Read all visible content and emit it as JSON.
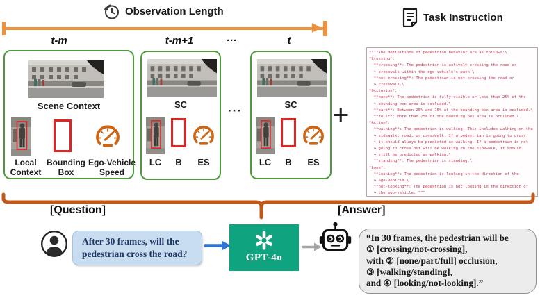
{
  "timeline": {
    "title": "Observation Length",
    "tick_labels": [
      "t-m",
      "t-m+1",
      "···",
      "t"
    ]
  },
  "frames": [
    {
      "scene_label": "Scene Context",
      "local_label": "Local Context",
      "bbox_label": "Bounding Box",
      "speed_label": "Ego-Vehicle Speed"
    },
    {
      "scene_label": "SC",
      "local_label": "LC",
      "bbox_label": "B",
      "speed_label": "ES"
    },
    {
      "scene_label": "SC",
      "local_label": "LC",
      "bbox_label": "B",
      "speed_label": "ES"
    }
  ],
  "separators": {
    "frames_ellipsis": "···",
    "plus_sign": "+"
  },
  "task_instruction": {
    "title": "Task Instruction",
    "code_lines": [
      "f\"\"\"The definitions of pedestrian behavior are as follows:\\",
      "*Crossing*:",
      "  **crossing**: The pedestrian is actively crossing the road or",
      "  ↪ crosswalk within the ego-vehicle's path.\\",
      "  **not-crossing**: The pedestrian is not crossing the road or",
      "  ↪ crosswalk.\\",
      "*Occlusion*:",
      "  **none**: The pedestrian is fully visible or less than 25% of the",
      "  ↪ bounding box area is occluded.\\",
      "  **part**: Between 25% and 75% of the bounding box area is occluded.\\",
      "  **full**: More than 75% of the bounding box area is occluded.\\",
      "*Action*:",
      "  **walking**: The pedestrian is walking. This includes walking on the",
      "  ↪ sidewalk, road, or crosswalk. If a pedestrian is going to cross,",
      "  ↪ it should always be predicted as walking. If a pedestrian is not",
      "  ↪ going to cross but will be walking on the sidewalk, it should",
      "  ↪ still be predicted as walking.\\",
      "  **standing**: The pedestrian is standing.\\",
      "*Look*:",
      "  **looking**: The pedestrian is looking in the direction of the",
      "  ↪ ego-vehicle.\\",
      "  **not-looking**: The pedestrian is not looking in the direction of",
      "  ↪ the ego-vehicle. \"\"\""
    ]
  },
  "question": {
    "label": "[Question]",
    "bubble_text": "After 30 frames, will the\npedestrian cross the road?"
  },
  "model": {
    "name": "GPT-4o"
  },
  "answer": {
    "label": "[Answer]",
    "bubble_text": "“In 30 frames, the pedestrian will be\n① [crossing/not-crossing],\nwith ② [none/part/full] occlusion,\n③ [walking/standing],\nand ④ [looking/not-looking].”"
  },
  "colors": {
    "timeline_orange": "#f2913d",
    "brace_orange": "#c05a1a",
    "frame_green": "#4f9a3c",
    "bbox_red": "#e02424",
    "gauge_orange": "#cc6615",
    "code_red": "#c23b52",
    "gpt_green": "#10a37f",
    "question_blue": "#c9ddf0",
    "arrow_blue": "#2e75d4"
  }
}
